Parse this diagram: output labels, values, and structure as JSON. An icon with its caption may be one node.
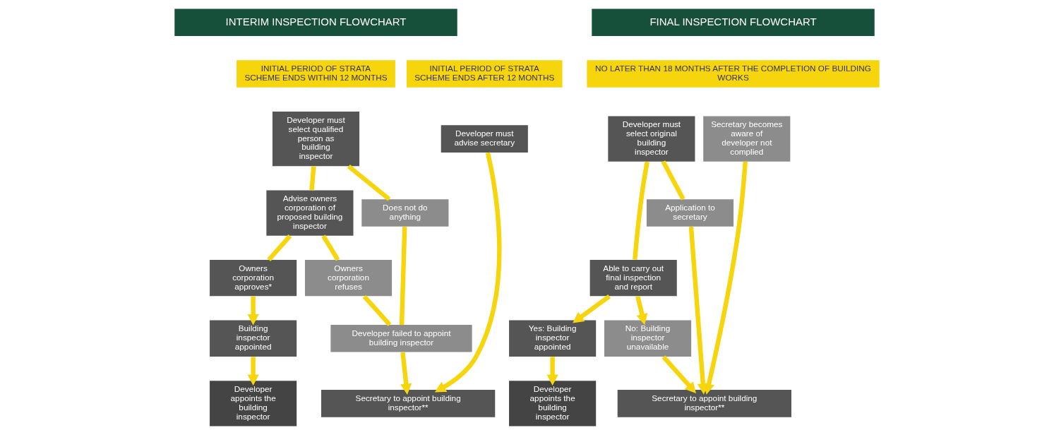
{
  "diagram": {
    "nodes": [
      {
        "text": [
          "INTERIM INSPECTION FLOWCHART"
        ]
      },
      {
        "text": [
          "INITIAL PERIOD OF STRATA SCHEME ENDS WITHIN 12 MONTHS"
        ]
      },
      {
        "text": [
          "INITIAL PERIOD OF STRATA SCHEME ENDS AFTER 12 MONTHS"
        ]
      },
      {
        "text": [
          "Developer must select qualified person as building inspector"
        ]
      },
      {
        "text": [
          "Developer must advise secretary"
        ]
      },
      {
        "text": [
          "Advise owners corporation of proposed building inspector"
        ]
      },
      {
        "text": [
          "Does not do anything"
        ]
      },
      {
        "text": [
          "Owners corporation approves*"
        ]
      },
      {
        "text": [
          "Owners corporation refuses"
        ]
      },
      {
        "text": [
          "Building inspector appointed"
        ]
      },
      {
        "text": [
          "Developer failed to appoint building inspector"
        ]
      },
      {
        "text": [
          "Developer appoints the building inspector"
        ]
      },
      {
        "text": [
          "Secretary to appoint building inspector**"
        ]
      },
      {
        "text": [
          "FINAL INSPECTION FLOWCHART"
        ]
      },
      {
        "text": [
          "NO LATER THAN 18 MONTHS AFTER THE COMPLETION OF BUILDING WORKS"
        ]
      },
      {
        "text": [
          "Developer must select original building inspector"
        ]
      },
      {
        "text": [
          "Secretary becomes aware of developer not complied"
        ]
      },
      {
        "text": [
          "Able to carry out final inspection and report"
        ]
      },
      {
        "text": [
          "Application to secretary"
        ]
      },
      {
        "text": [
          "Yes: Building inspector appointed"
        ]
      },
      {
        "text": [
          "No: Building inspector unavailable"
        ]
      },
      {
        "text": [
          "Developer appoints the building inspector"
        ]
      },
      {
        "text": [
          "Secretary to appoint building inspector**"
        ]
      }
    ],
    "edges": [
      {
        "from": 3,
        "to": 5,
        "arrow": "none"
      },
      {
        "from": 3,
        "to": 6,
        "arrow": "none"
      },
      {
        "from": 5,
        "to": 7,
        "arrow": "none"
      },
      {
        "from": 5,
        "to": 8,
        "arrow": "none"
      },
      {
        "from": 6,
        "to": 10,
        "arrow": "none"
      },
      {
        "from": 7,
        "to": 9,
        "arrow": "to"
      },
      {
        "from": 8,
        "to": 10,
        "arrow": "none"
      },
      {
        "from": 9,
        "to": 11,
        "arrow": "to"
      },
      {
        "from": 10,
        "to": 12,
        "arrow": "to"
      },
      {
        "from": 4,
        "to": 12,
        "arrow": "to"
      },
      {
        "from": 15,
        "to": 17,
        "arrow": "none"
      },
      {
        "from": 15,
        "to": 18,
        "arrow": "none"
      },
      {
        "from": 17,
        "to": 19,
        "arrow": "to"
      },
      {
        "from": 17,
        "to": 20,
        "arrow": "to"
      },
      {
        "from": 19,
        "to": 21,
        "arrow": "to"
      },
      {
        "from": 20,
        "to": 22,
        "arrow": "to"
      },
      {
        "from": 18,
        "to": 22,
        "arrow": "to"
      },
      {
        "from": 16,
        "to": 22,
        "arrow": "to"
      }
    ]
  }
}
